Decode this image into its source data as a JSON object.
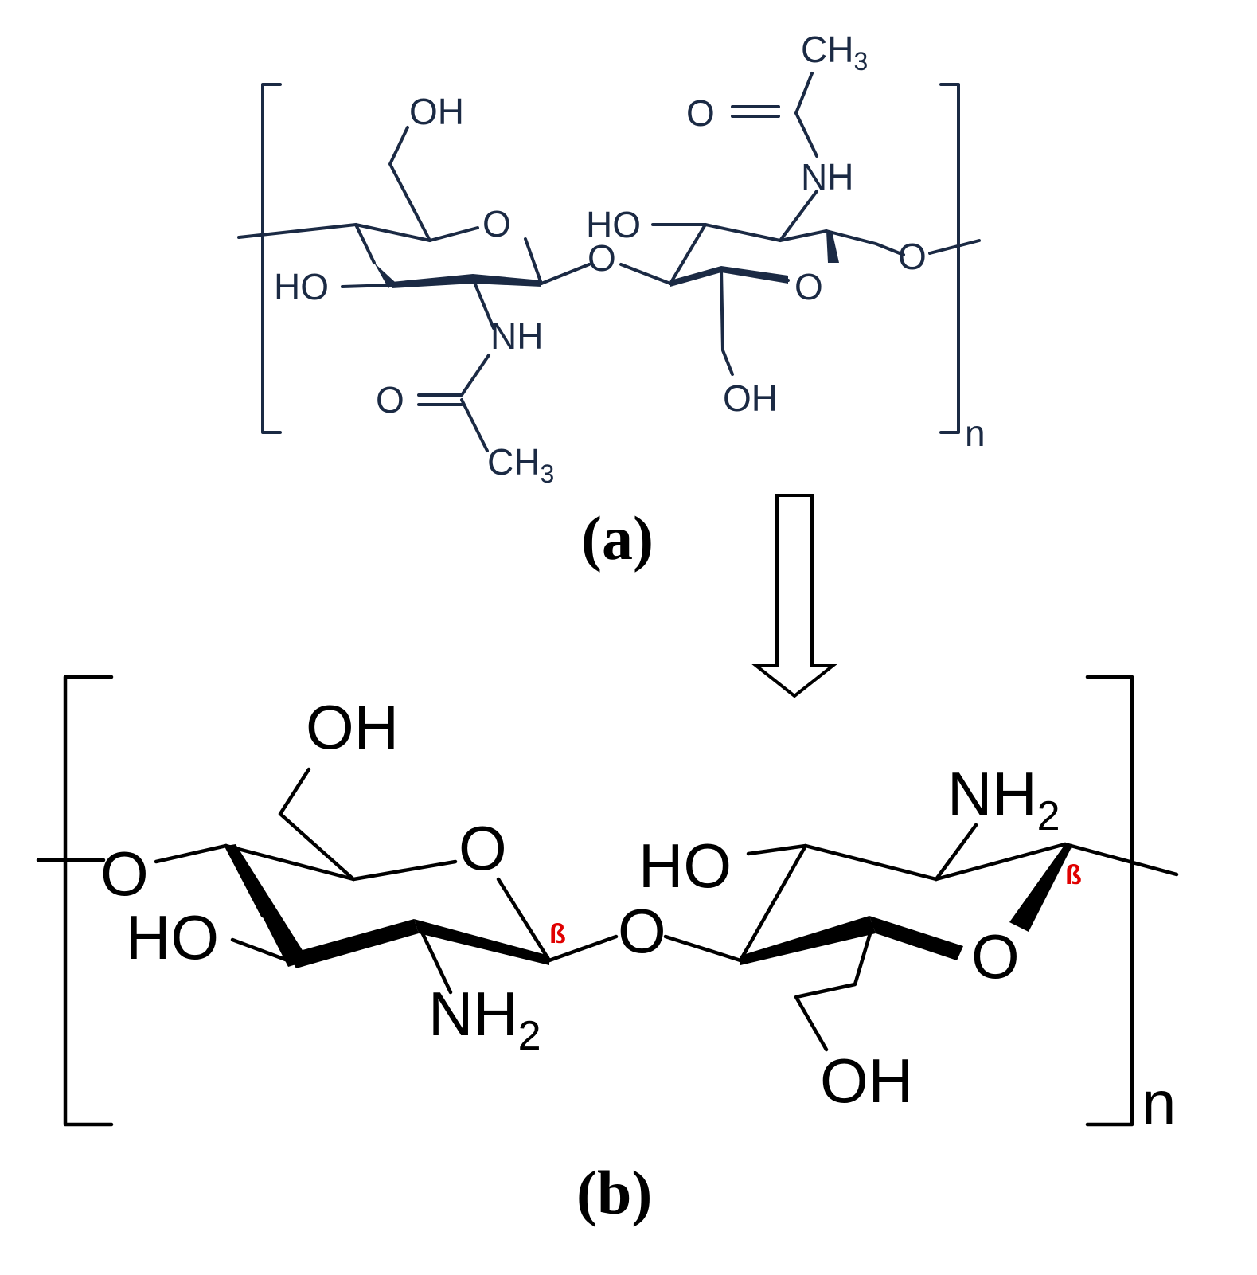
{
  "figure_a": {
    "caption": "(a)",
    "repeat_subscript": "n",
    "labels": {
      "oh_top_left": "OH",
      "ring_o_left": "O",
      "ho_left": "HO",
      "nh_bottom": "NH",
      "carbonyl_o_bottom": "O",
      "ch3_bottom": "CH",
      "ch3_bottom_sub": "3",
      "glycosidic_o": "O",
      "ho_right_ring": "HO",
      "ring_o_right": "O",
      "oh_bottom_right": "OH",
      "nh_top": "NH",
      "carbonyl_o_top": "O",
      "ch3_top": "CH",
      "ch3_top_sub": "3",
      "terminal_o": "O"
    }
  },
  "figure_b": {
    "caption": "(b)",
    "repeat_subscript": "n",
    "labels": {
      "terminal_o_left": "O",
      "oh_top": "OH",
      "ring_o_left": "O",
      "ho_left": "HO",
      "nh2_bottom": "NH",
      "nh2_bottom_sub": "2",
      "beta_left": "ß",
      "glycosidic_o": "O",
      "ho_right_ring": "HO",
      "nh2_top": "NH",
      "nh2_top_sub": "2",
      "beta_right": "ß",
      "ring_o_right": "O",
      "oh_bottom": "OH"
    }
  },
  "colors": {
    "structure_a": "#1b2a44",
    "structure_b": "#000000",
    "beta_marker": "#e00000",
    "arrow": "#000000"
  },
  "arrow": {
    "direction": "down",
    "style": "hollow"
  }
}
